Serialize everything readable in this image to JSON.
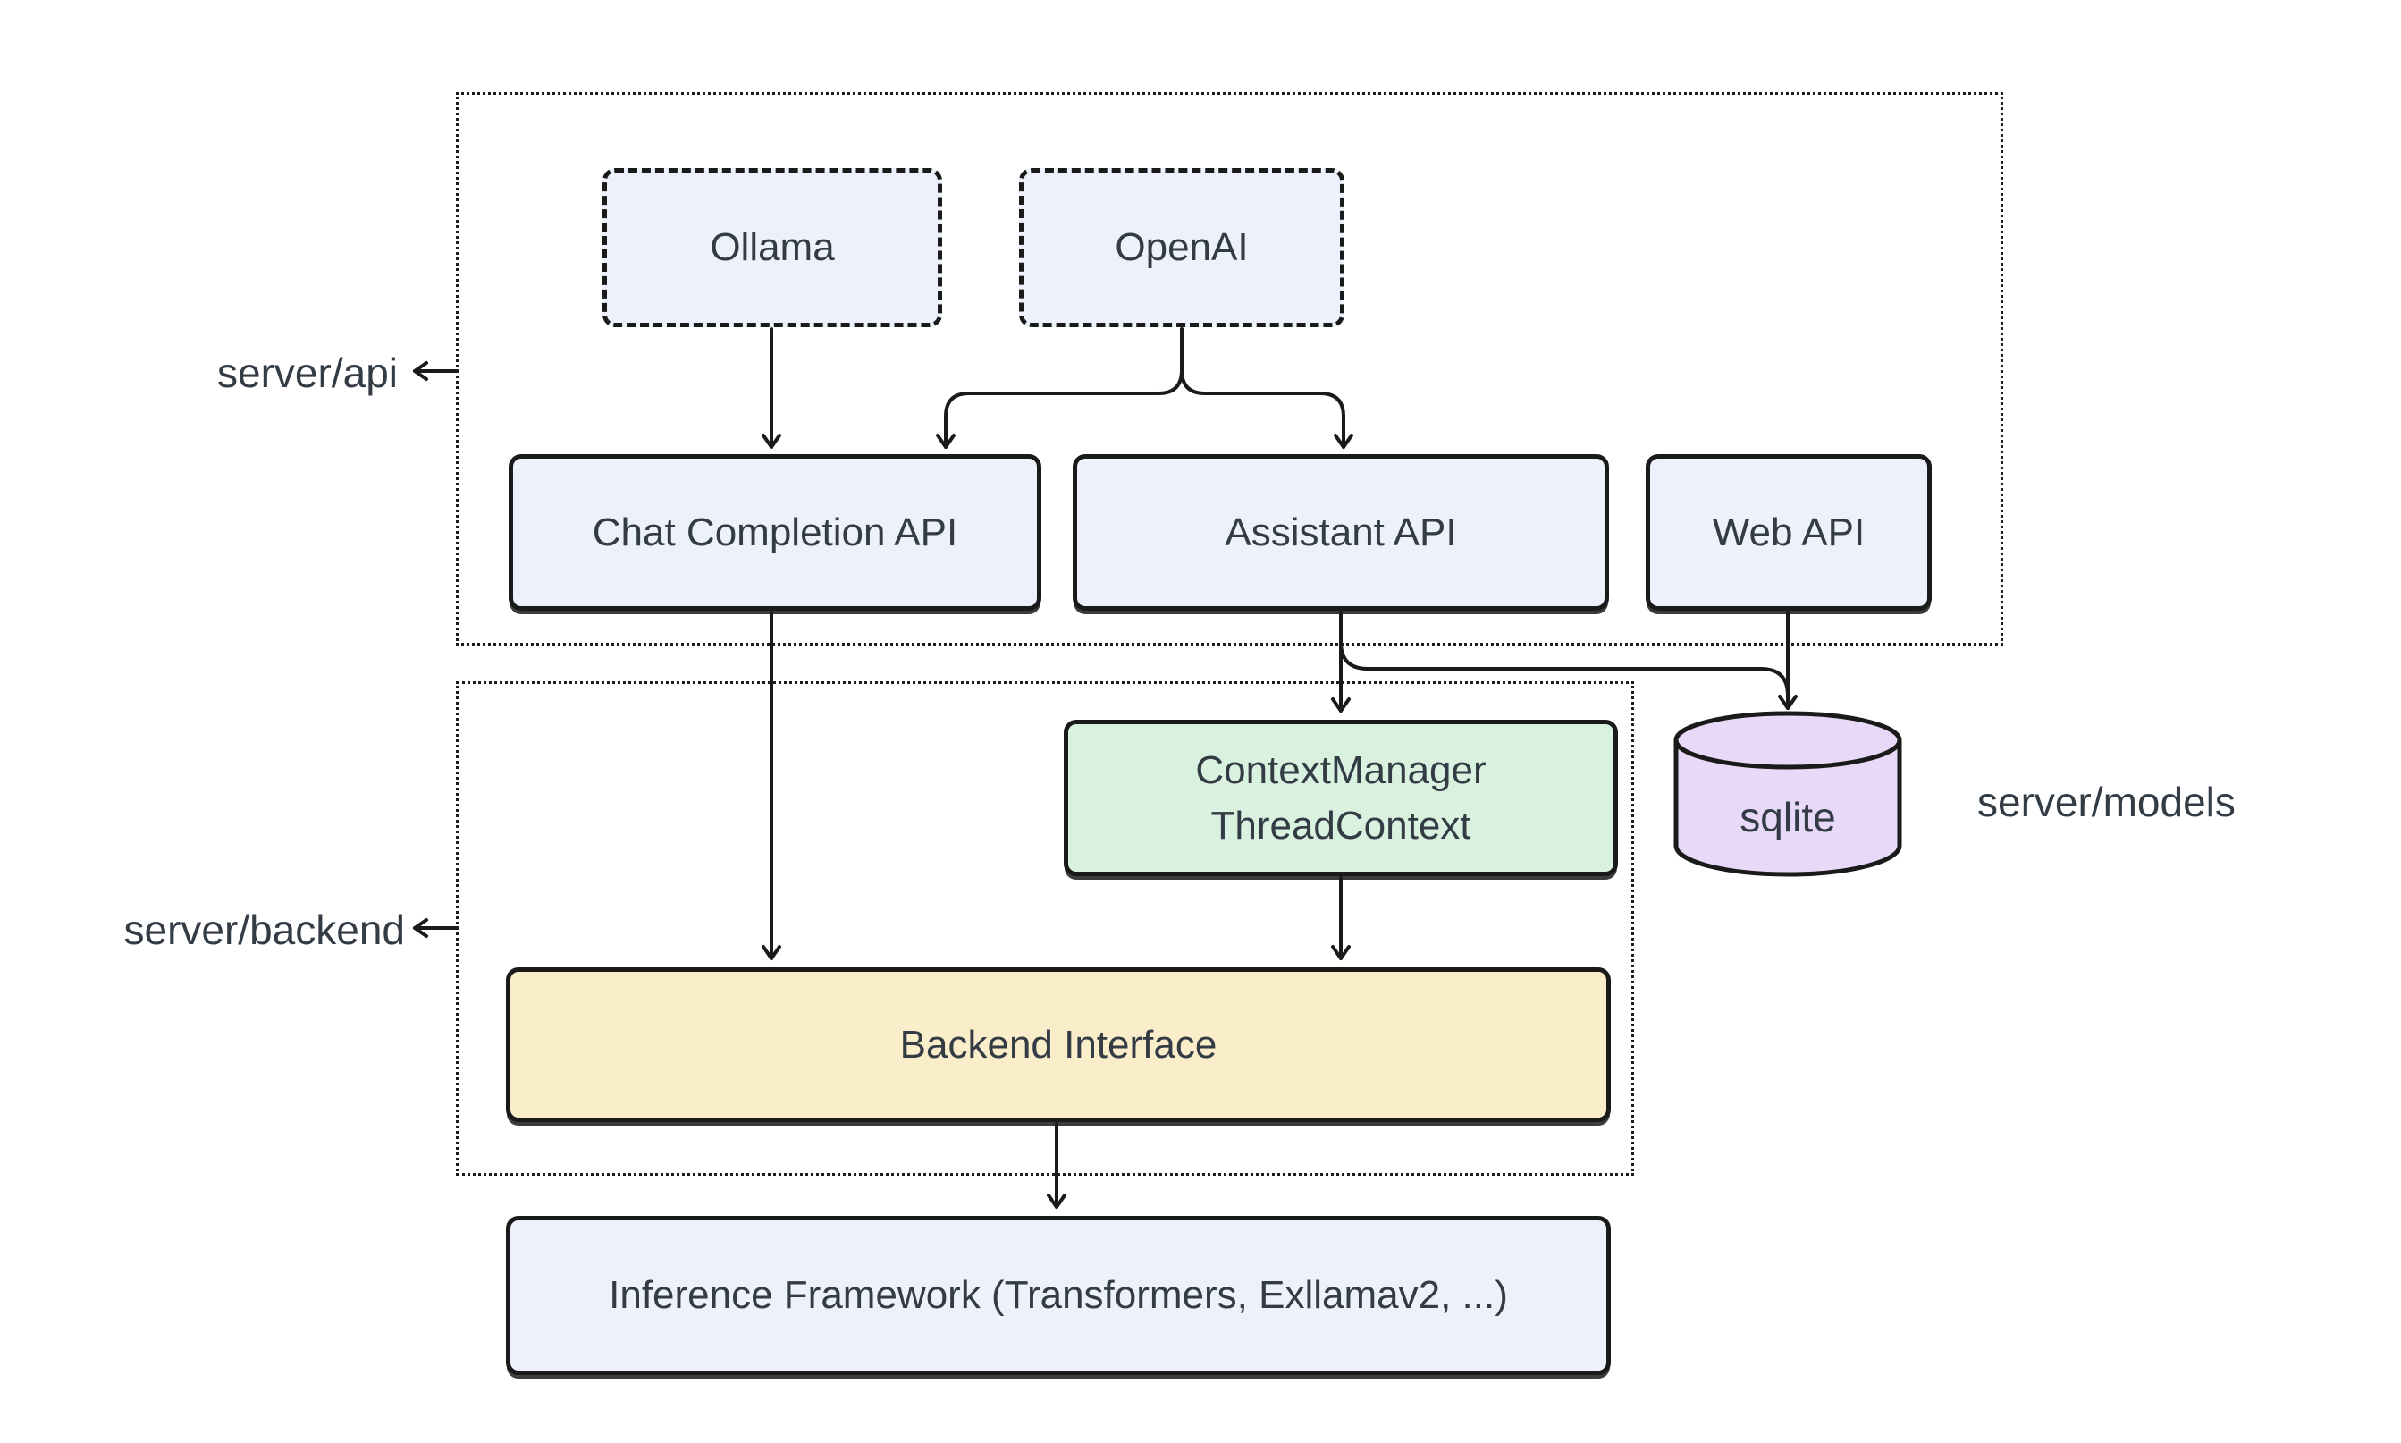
{
  "diagram": {
    "groups": {
      "api": {
        "label": "server/api"
      },
      "backend": {
        "label": "server/backend"
      },
      "models": {
        "label": "server/models"
      }
    },
    "nodes": {
      "ollama": {
        "label": "Ollama"
      },
      "openai": {
        "label": "OpenAI"
      },
      "chat_completion_api": {
        "label": "Chat Completion API"
      },
      "assistant_api": {
        "label": "Assistant API"
      },
      "web_api": {
        "label": "Web API"
      },
      "context_manager": {
        "line1": "ContextManager",
        "line2": "ThreadContext"
      },
      "backend_interface": {
        "label": "Backend Interface"
      },
      "sqlite_db": {
        "label": "sqlite"
      },
      "inference_framework": {
        "label": "Inference Framework (Transformers, Exllamav2, ...)"
      }
    },
    "colors": {
      "node_blue": "#ecf1fb",
      "node_green": "#d9f2df",
      "node_yellow": "#faedc9",
      "node_purple": "#e7d9f7",
      "stroke": "#1a1a1a",
      "text": "#333b45",
      "background": "#ffffff"
    }
  }
}
